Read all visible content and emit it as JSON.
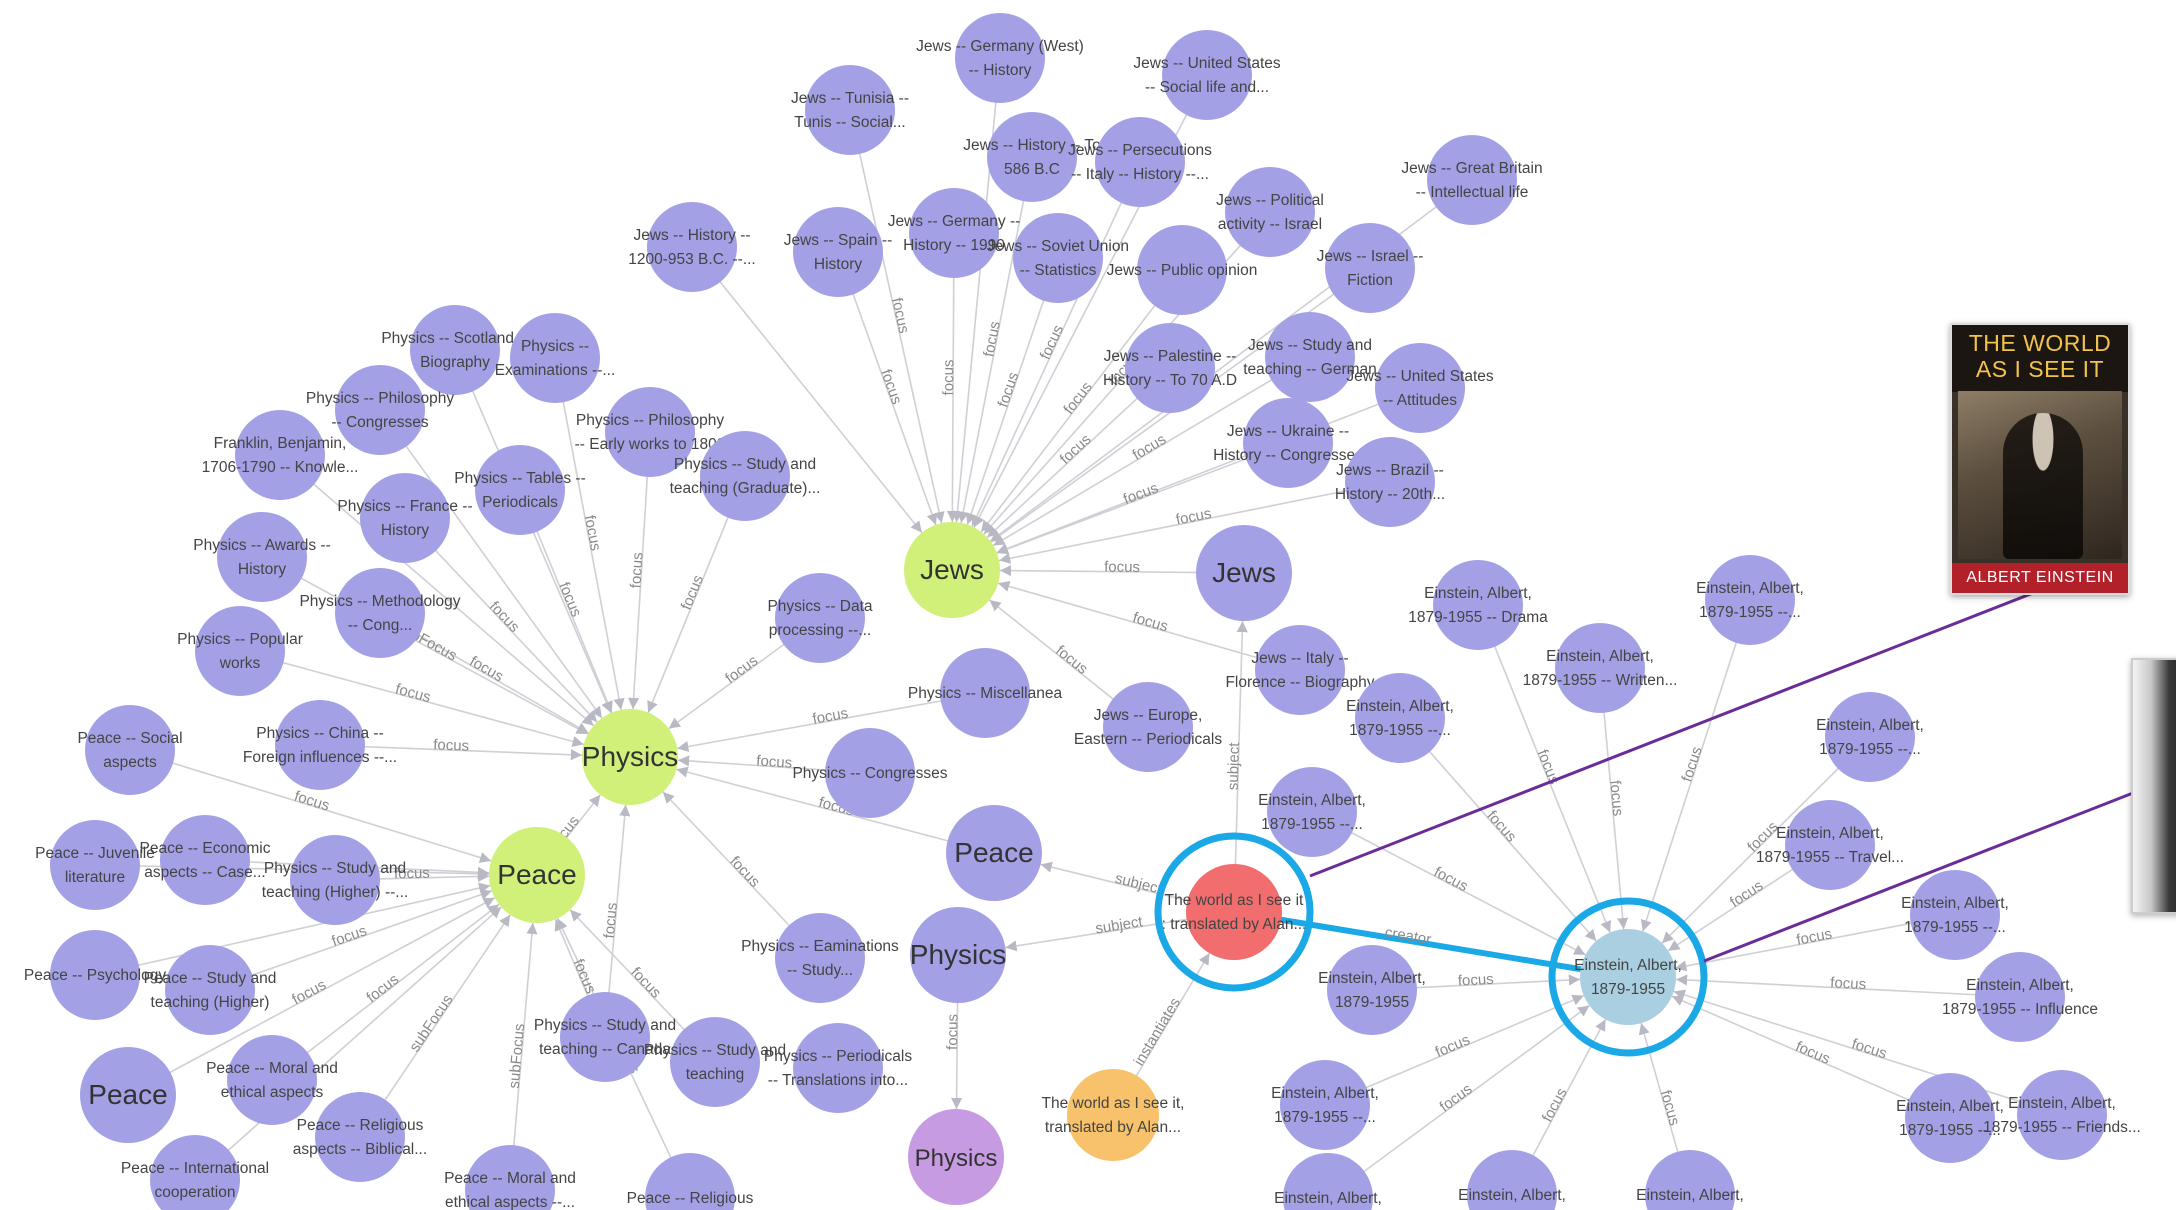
{
  "colors": {
    "topic": "#a3a0e6",
    "hub": "#d0f07a",
    "work": "#f26d6d",
    "person": "#a9cfe0",
    "instance": "#f7c26b",
    "subject_term": "#c79be2",
    "highlight": "#1aa8e6",
    "callout": "#6a2c96"
  },
  "graph": {
    "nodes": [
      {
        "id": "jews_hub",
        "label": "Jews",
        "type": "hub"
      },
      {
        "id": "physics_hub",
        "label": "Physics",
        "type": "hub"
      },
      {
        "id": "peace_hub",
        "label": "Peace",
        "type": "hub"
      },
      {
        "id": "jews_s",
        "label": "Jews",
        "type": "topic_big"
      },
      {
        "id": "peace_s",
        "label": "Peace",
        "type": "topic_big"
      },
      {
        "id": "physics_s",
        "label": "Physics",
        "type": "topic_big"
      },
      {
        "id": "physics_p",
        "label": "Physics",
        "type": "subject_term"
      },
      {
        "id": "peace_big2",
        "label": "Peace",
        "type": "topic_big"
      },
      {
        "id": "work",
        "label": "The world as I see it : translated by Alan Ha",
        "type": "work"
      },
      {
        "id": "work_inst",
        "label": "The world as I see it, translated by Alan Ha...",
        "type": "instance"
      },
      {
        "id": "einstein",
        "label": "Einstein, Albert, 1879-1955",
        "type": "person"
      },
      {
        "id": "j1",
        "label": "Jews -- Germany (West) -- History",
        "type": "topic"
      },
      {
        "id": "j2",
        "label": "Jews -- United States -- Social life and cust...",
        "type": "topic"
      },
      {
        "id": "j3",
        "label": "Jews -- Tunisia -- Tunis -- Social conditi...",
        "type": "topic"
      },
      {
        "id": "j4",
        "label": "Jews -- History -- To 586 B.C",
        "type": "topic"
      },
      {
        "id": "j5",
        "label": "Jews -- Persecutions -- Italy -- History -- 1...",
        "type": "topic"
      },
      {
        "id": "j6",
        "label": "Jews -- Great Britain -- Intellectual life",
        "type": "topic"
      },
      {
        "id": "j7",
        "label": "Jews -- Political activity -- Israel",
        "type": "topic"
      },
      {
        "id": "j8",
        "label": "Jews -- History -- 1200-953 B.C. -- Juv...",
        "type": "topic"
      },
      {
        "id": "j9",
        "label": "Jews -- Spain -- History",
        "type": "topic"
      },
      {
        "id": "j10",
        "label": "Jews -- Germany -- History -- 1990",
        "type": "topic"
      },
      {
        "id": "j11",
        "label": "Jews -- Soviet Union -- Statistics",
        "type": "topic"
      },
      {
        "id": "j12",
        "label": "Jews -- Public opinion",
        "type": "topic"
      },
      {
        "id": "j13",
        "label": "Jews -- Israel -- Fiction",
        "type": "topic"
      },
      {
        "id": "j14",
        "label": "Jews -- Palestine -- History -- To 70 A.D",
        "type": "topic"
      },
      {
        "id": "j15",
        "label": "Jews -- Study and teaching -- German",
        "type": "topic"
      },
      {
        "id": "j16",
        "label": "Jews -- United States -- Attitudes",
        "type": "topic"
      },
      {
        "id": "j17",
        "label": "Jews -- Ukraine -- History -- Congresses",
        "type": "topic"
      },
      {
        "id": "j18",
        "label": "Jews -- Brazil -- History -- 20th centu...",
        "type": "topic"
      },
      {
        "id": "j19",
        "label": "Jews -- Italy -- Florence -- Biography",
        "type": "topic"
      },
      {
        "id": "j20",
        "label": "Jews -- Europe, Eastern -- Periodicals",
        "type": "topic"
      },
      {
        "id": "p1",
        "label": "Physics -- Scotland -- Biography",
        "type": "topic"
      },
      {
        "id": "p2",
        "label": "Physics -- Examinations -- Stud...",
        "type": "topic"
      },
      {
        "id": "p3",
        "label": "Physics -- Philosophy -- Congresses",
        "type": "topic"
      },
      {
        "id": "p4",
        "label": "Physics -- Philosophy -- Early works to 1800",
        "type": "topic"
      },
      {
        "id": "p5",
        "label": "Franklin, Benjamin, 1706-1790 -- Knowle...",
        "type": "topic"
      },
      {
        "id": "p6",
        "label": "Physics -- Tables -- Periodicals",
        "type": "topic"
      },
      {
        "id": "p7",
        "label": "Physics -- Study and teaching (Graduate) -...",
        "type": "topic"
      },
      {
        "id": "p8",
        "label": "Physics -- France -- History",
        "type": "topic"
      },
      {
        "id": "p9",
        "label": "Physics -- Awards -- History",
        "type": "topic"
      },
      {
        "id": "p10",
        "label": "Physics -- Methodology -- Cong...",
        "type": "topic"
      },
      {
        "id": "p11",
        "label": "Physics -- Popular works",
        "type": "topic"
      },
      {
        "id": "p12",
        "label": "Physics -- Data processing -- Periodi...",
        "type": "topic"
      },
      {
        "id": "p13",
        "label": "Physics -- China -- Foreign influences -- ...",
        "type": "topic"
      },
      {
        "id": "p14",
        "label": "Physics -- Miscellanea",
        "type": "topic"
      },
      {
        "id": "p15",
        "label": "Physics -- Congresses",
        "type": "topic"
      },
      {
        "id": "p16",
        "label": "Physics -- Eaminations -- Study...",
        "type": "topic"
      },
      {
        "id": "p17",
        "label": "Physics -- Study and teaching -- Canada",
        "type": "topic"
      },
      {
        "id": "p18",
        "label": "Physics -- Study and teaching",
        "type": "topic"
      },
      {
        "id": "p19",
        "label": "Physics -- Periodicals -- Translations into E...",
        "type": "topic"
      },
      {
        "id": "pc1",
        "label": "Peace -- Social aspects",
        "type": "topic"
      },
      {
        "id": "pc2",
        "label": "Peace -- Juvenile literature",
        "type": "topic"
      },
      {
        "id": "pc3",
        "label": "Peace -- Economic aspects -- Case studi...",
        "type": "topic"
      },
      {
        "id": "pc4",
        "label": "Physics -- Study and teaching (Higher) -- C...",
        "type": "topic"
      },
      {
        "id": "pc5",
        "label": "Peace -- Psychology",
        "type": "topic"
      },
      {
        "id": "pc6",
        "label": "Peace -- Study and teaching (Higher)",
        "type": "topic"
      },
      {
        "id": "pc7",
        "label": "Peace -- Moral and ethical aspects",
        "type": "topic"
      },
      {
        "id": "pc8",
        "label": "Peace -- Religious aspects -- Biblical tea...",
        "type": "topic"
      },
      {
        "id": "pc9",
        "label": "Peace -- International cooperation",
        "type": "topic"
      },
      {
        "id": "pc10",
        "label": "Peace -- Moral and ethical aspects -- Iran",
        "type": "topic"
      },
      {
        "id": "pc11",
        "label": "Peace -- Religious",
        "type": "topic"
      },
      {
        "id": "e1",
        "label": "Einstein, Albert, 1879-1955 -- Drama",
        "type": "topic"
      },
      {
        "id": "e2",
        "label": "Einstein, Albert, 1879-1955 -- Encyclo...",
        "type": "topic"
      },
      {
        "id": "e3",
        "label": "Einstein, Albert, 1879-1955 -- Written ...",
        "type": "topic"
      },
      {
        "id": "e4",
        "label": "Einstein, Albert, 1879-1955 -- Corresp...",
        "type": "topic"
      },
      {
        "id": "e5",
        "label": "Einstein, Albert, 1879-1955 -- Anecdot...",
        "type": "topic"
      },
      {
        "id": "e6",
        "label": "Einstein, Albert, 1879-1955 -- Philoso...",
        "type": "topic"
      },
      {
        "id": "e7",
        "label": "Einstein, Albert, 1879-1955 -- Travel -...",
        "type": "topic"
      },
      {
        "id": "e8",
        "label": "Einstein, Albert, 1879-1955 -- Noteboo...",
        "type": "topic"
      },
      {
        "id": "e9",
        "label": "Einstein, Albert, 1879-1955",
        "type": "topic"
      },
      {
        "id": "e10",
        "label": "Einstein, Albert, 1879-1955 -- Influence",
        "type": "topic"
      },
      {
        "id": "e11",
        "label": "Einstein, Albert, 1879-1955 -- Influenc...",
        "type": "topic"
      },
      {
        "id": "e12",
        "label": "Einstein, Albert, 1879-1955 -- Corresp...",
        "type": "topic"
      },
      {
        "id": "e13",
        "label": "Einstein, Albert, 1879-1955 -- Friends ...",
        "type": "topic"
      },
      {
        "id": "e14",
        "label": "Einstein, Albert,",
        "type": "topic"
      },
      {
        "id": "e15",
        "label": "Einstein, Albert,",
        "type": "topic"
      },
      {
        "id": "e16",
        "label": "Einstein, Albert,",
        "type": "topic"
      }
    ],
    "edges": [
      {
        "s": "j1",
        "t": "jews_hub",
        "label": ""
      },
      {
        "s": "j2",
        "t": "jews_hub",
        "label": ""
      },
      {
        "s": "j3",
        "t": "jews_hub",
        "label": "focus"
      },
      {
        "s": "j4",
        "t": "jews_hub",
        "label": "focus"
      },
      {
        "s": "j5",
        "t": "jews_hub",
        "label": "focus"
      },
      {
        "s": "j6",
        "t": "jews_hub",
        "label": ""
      },
      {
        "s": "j7",
        "t": "jews_hub",
        "label": "focus"
      },
      {
        "s": "j8",
        "t": "jews_hub",
        "label": ""
      },
      {
        "s": "j9",
        "t": "jews_hub",
        "label": "focus"
      },
      {
        "s": "j10",
        "t": "jews_hub",
        "label": "focus"
      },
      {
        "s": "j11",
        "t": "jews_hub",
        "label": "focus"
      },
      {
        "s": "j12",
        "t": "jews_hub",
        "label": "focus"
      },
      {
        "s": "j13",
        "t": "jews_hub",
        "label": ""
      },
      {
        "s": "j14",
        "t": "jews_hub",
        "label": "focus"
      },
      {
        "s": "j15",
        "t": "jews_hub",
        "label": "focus"
      },
      {
        "s": "j16",
        "t": "jews_hub",
        "label": ""
      },
      {
        "s": "j17",
        "t": "jews_hub",
        "label": "focus"
      },
      {
        "s": "j18",
        "t": "jews_hub",
        "label": "focus"
      },
      {
        "s": "jews_s",
        "t": "jews_hub",
        "label": "focus"
      },
      {
        "s": "j19",
        "t": "jews_hub",
        "label": "focus"
      },
      {
        "s": "j20",
        "t": "jews_hub",
        "label": "focus"
      },
      {
        "s": "p1",
        "t": "physics_hub",
        "label": ""
      },
      {
        "s": "p2",
        "t": "physics_hub",
        "label": "focus"
      },
      {
        "s": "p3",
        "t": "physics_hub",
        "label": ""
      },
      {
        "s": "p4",
        "t": "physics_hub",
        "label": "focus"
      },
      {
        "s": "p5",
        "t": "physics_hub",
        "label": ""
      },
      {
        "s": "p6",
        "t": "physics_hub",
        "label": "focus"
      },
      {
        "s": "p7",
        "t": "physics_hub",
        "label": "focus"
      },
      {
        "s": "p8",
        "t": "physics_hub",
        "label": "focus"
      },
      {
        "s": "p9",
        "t": "physics_hub",
        "label": "subFocus"
      },
      {
        "s": "p10",
        "t": "physics_hub",
        "label": "focus"
      },
      {
        "s": "p11",
        "t": "physics_hub",
        "label": "focus"
      },
      {
        "s": "p12",
        "t": "physics_hub",
        "label": "focus"
      },
      {
        "s": "p13",
        "t": "physics_hub",
        "label": "focus"
      },
      {
        "s": "p14",
        "t": "physics_hub",
        "label": "focus"
      },
      {
        "s": "p15",
        "t": "physics_hub",
        "label": "focus"
      },
      {
        "s": "peace_s",
        "t": "physics_hub",
        "label": "focus"
      },
      {
        "s": "p16",
        "t": "physics_hub",
        "label": "focus"
      },
      {
        "s": "peace_hub",
        "t": "physics_hub",
        "label": "focus"
      },
      {
        "s": "p17",
        "t": "physics_hub",
        "label": "focus"
      },
      {
        "s": "pc1",
        "t": "peace_hub",
        "label": "focus"
      },
      {
        "s": "pc2",
        "t": "peace_hub",
        "label": ""
      },
      {
        "s": "pc3",
        "t": "peace_hub",
        "label": "focus"
      },
      {
        "s": "pc4",
        "t": "peace_hub",
        "label": "focus"
      },
      {
        "s": "pc5",
        "t": "peace_hub",
        "label": ""
      },
      {
        "s": "pc6",
        "t": "peace_hub",
        "label": "focus"
      },
      {
        "s": "peace_big2",
        "t": "peace_hub",
        "label": "focus"
      },
      {
        "s": "pc7",
        "t": "peace_hub",
        "label": "focus"
      },
      {
        "s": "pc8",
        "t": "peace_hub",
        "label": "subFocus"
      },
      {
        "s": "pc9",
        "t": "peace_hub",
        "label": ""
      },
      {
        "s": "pc10",
        "t": "peace_hub",
        "label": "subFocus"
      },
      {
        "s": "pc11",
        "t": "peace_hub",
        "label": "focus"
      },
      {
        "s": "p18",
        "t": "peace_hub",
        "label": "focus"
      },
      {
        "s": "p17",
        "t": "peace_hub",
        "label": "focus"
      },
      {
        "s": "work",
        "t": "peace_s",
        "label": "subject"
      },
      {
        "s": "work",
        "t": "physics_s",
        "label": "subject"
      },
      {
        "s": "work",
        "t": "jews_s",
        "label": "subject"
      },
      {
        "s": "work_inst",
        "t": "work",
        "label": "instantiates"
      },
      {
        "s": "physics_s",
        "t": "physics_p",
        "label": "focus"
      },
      {
        "s": "work",
        "t": "einstein",
        "label": "creator"
      },
      {
        "s": "e1",
        "t": "einstein",
        "label": "focus"
      },
      {
        "s": "e2",
        "t": "einstein",
        "label": "focus"
      },
      {
        "s": "e3",
        "t": "einstein",
        "label": "focus"
      },
      {
        "s": "e4",
        "t": "einstein",
        "label": "focus"
      },
      {
        "s": "e5",
        "t": "einstein",
        "label": "focus"
      },
      {
        "s": "e6",
        "t": "einstein",
        "label": "focus"
      },
      {
        "s": "e7",
        "t": "einstein",
        "label": "focus"
      },
      {
        "s": "e8",
        "t": "einstein",
        "label": "focus"
      },
      {
        "s": "e9",
        "t": "einstein",
        "label": "focus"
      },
      {
        "s": "e10",
        "t": "einstein",
        "label": "focus"
      },
      {
        "s": "e11",
        "t": "einstein",
        "label": "focus"
      },
      {
        "s": "e12",
        "t": "einstein",
        "label": "focus"
      },
      {
        "s": "e13",
        "t": "einstein",
        "label": "focus"
      },
      {
        "s": "e14",
        "t": "einstein",
        "label": "focus"
      },
      {
        "s": "e15",
        "t": "einstein",
        "label": "focus"
      },
      {
        "s": "e16",
        "t": "einstein",
        "label": "focus"
      }
    ]
  },
  "book_cover": {
    "title": "THE WORLD AS I SEE IT",
    "author": "ALBERT EINSTEIN"
  }
}
